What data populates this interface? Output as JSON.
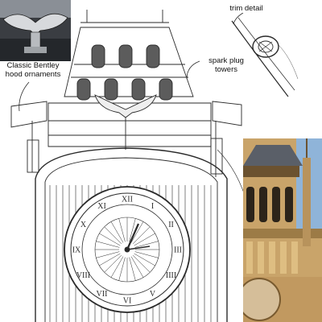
{
  "annotations": {
    "bentley": [
      "Classic Bentley",
      "hood ornaments"
    ],
    "spark": [
      "spark plug",
      "towers"
    ],
    "trim": "trim detail"
  },
  "clock": {
    "numerals": [
      "XII",
      "I",
      "II",
      "III",
      "IIII",
      "V",
      "VI",
      "VII",
      "VIII",
      "IX",
      "X",
      "XI"
    ]
  },
  "colors": {
    "ink": "#2a2a2a",
    "paper": "#ffffff",
    "photo_stone": "#c9a46a",
    "photo_sky": "#8fb4d9",
    "photo_roof": "#5a5f68"
  }
}
